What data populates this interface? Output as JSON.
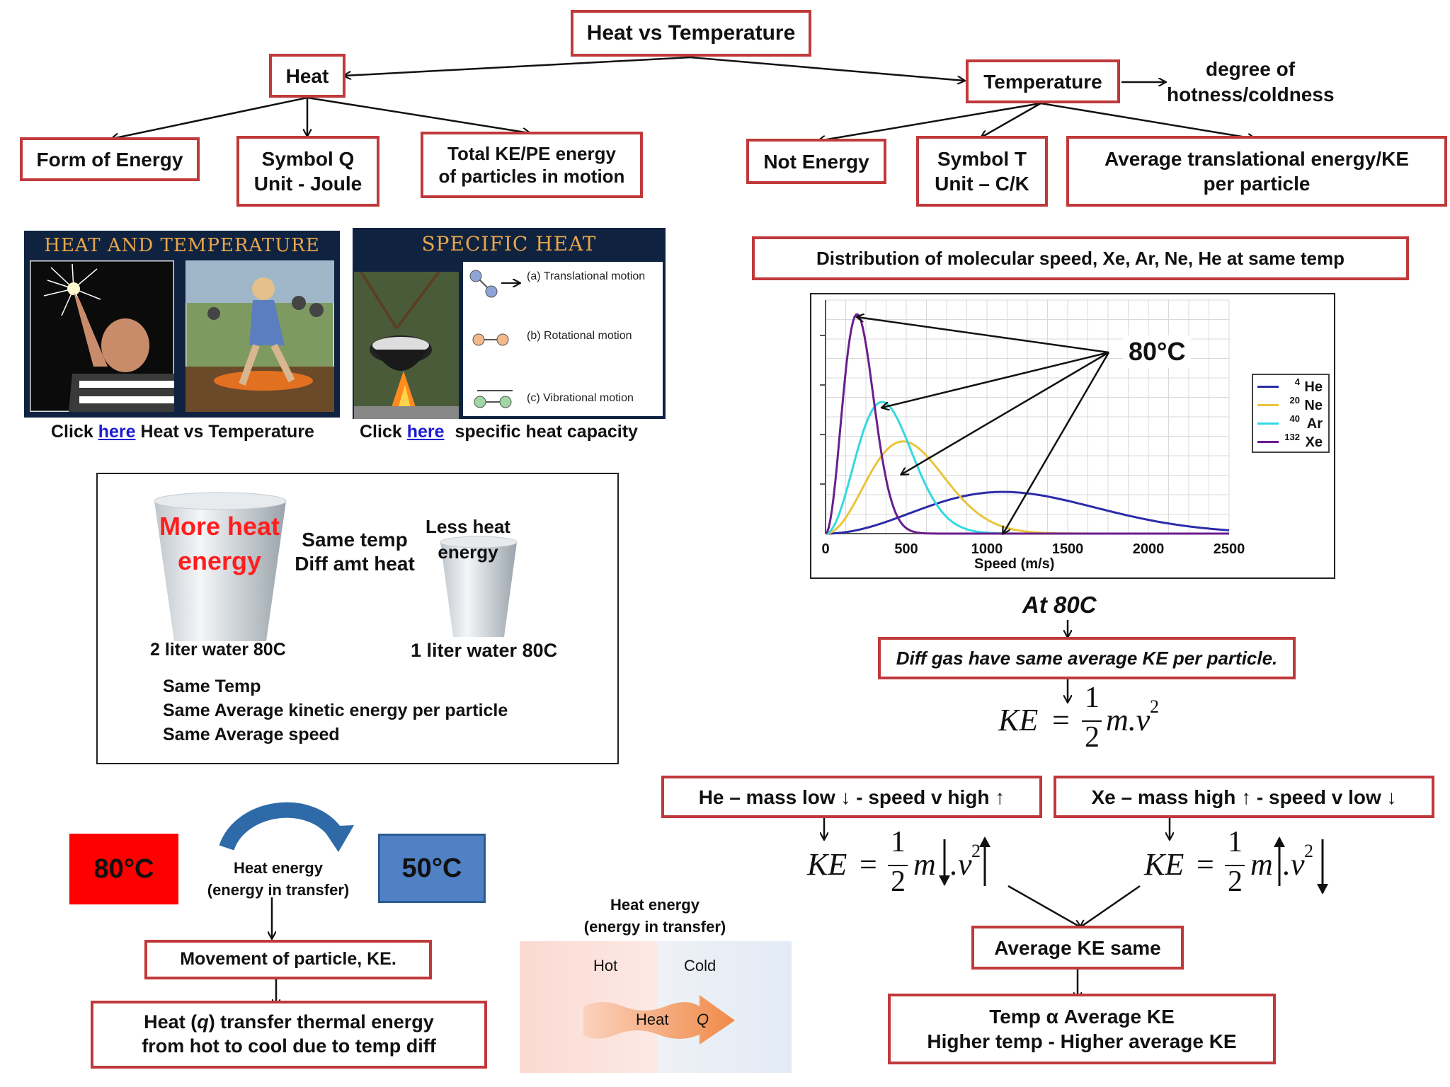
{
  "title": "Heat vs Temperature",
  "heat": {
    "label": "Heat",
    "form": "Form of Energy",
    "symbol_line1": "Symbol Q",
    "symbol_line2": "Unit - Joule",
    "total_line1": "Total KE/PE energy",
    "total_line2": "of particles in motion"
  },
  "temperature": {
    "label": "Temperature",
    "degree_line1": "degree of",
    "degree_line2": "hotness/coldness",
    "not_energy": "Not Energy",
    "symbol_line1": "Symbol T",
    "symbol_line2": "Unit – C/K",
    "avg_line1": "Average translational energy/KE",
    "avg_line2": "per particle"
  },
  "images": {
    "heat_temp_title": "HEAT AND TEMPERATURE",
    "specific_heat_title": "SPECIFIC HEAT",
    "motion_a": "(a) Translational motion",
    "motion_b": "(b) Rotational motion",
    "motion_c": "(c) Vibrational motion"
  },
  "links": {
    "click": "Click",
    "here": "here",
    "caption1_rest": "Heat vs Temperature",
    "caption2_rest": "specific heat capacity"
  },
  "cups": {
    "more_heat_1": "More heat",
    "more_heat_2": "energy",
    "same_temp": "Same temp",
    "diff_amt": "Diff amt heat",
    "less_heat": "Less heat",
    "less_energy": "energy",
    "left_caption": "2 liter water  80C",
    "right_caption": "1 liter water 80C",
    "note1": "Same Temp",
    "note2": "Same Average kinetic energy per particle",
    "note3": "Same Average speed"
  },
  "transfer": {
    "hot_temp": "80°C",
    "cold_temp": "50°C",
    "heat_energy": "Heat energy",
    "in_transfer": "(energy in transfer)",
    "movement": "Movement of particle, KE.",
    "heatq_pre": "Heat (",
    "heatq_q": "q",
    "heatq_post": ")  transfer thermal energy",
    "heatq_line2": "from hot to cool due to temp diff",
    "diagram_title1": "Heat energy",
    "diagram_title2": "(energy in transfer)",
    "hot_label": "Hot",
    "cold_label": "Cold",
    "arrow_label": "Heat",
    "arrow_q": "Q"
  },
  "distribution": {
    "title": "Distribution of molecular speed, Xe, Ar, Ne, He at same temp",
    "temp_label": "80°C",
    "at_80c": "At 80C",
    "same_avg": "Diff gas have same average KE per particle.",
    "ke": "KE",
    "half_num": "1",
    "half_den": "2",
    "mv": "m.v",
    "sq": "2",
    "he_box": "He – mass low ↓ - speed v high ↑",
    "xe_box": "Xe – mass high ↑ - speed v low ↓",
    "he_m": "m",
    "he_v": ".v",
    "avg_same": "Average KE same",
    "temp_alpha": "Temp α  Average KE",
    "higher": "Higher temp  - Higher average KE"
  },
  "chart_data": {
    "type": "line",
    "xlabel": "Speed (m/s)",
    "ylabel": "",
    "xlim": [
      0,
      2500
    ],
    "x_ticks": [
      "0",
      "500",
      "1000",
      "1500",
      "2000",
      "2500"
    ],
    "grid": true,
    "legend_placement": "right",
    "series": [
      {
        "name": "4He",
        "mass_number": "4",
        "symbol": "He",
        "color": "#2b2baa",
        "peak_x": 1100,
        "peak_y": 0.19
      },
      {
        "name": "20Ne",
        "mass_number": "20",
        "symbol": "Ne",
        "color": "#e8c53a",
        "peak_x": 480,
        "peak_y": 0.42
      },
      {
        "name": "40Ar",
        "mass_number": "40",
        "symbol": "Ar",
        "color": "#33d9e0",
        "peak_x": 350,
        "peak_y": 0.6
      },
      {
        "name": "132Xe",
        "mass_number": "132",
        "symbol": "Xe",
        "color": "#6a1e8c",
        "peak_x": 195,
        "peak_y": 1.0
      }
    ]
  }
}
